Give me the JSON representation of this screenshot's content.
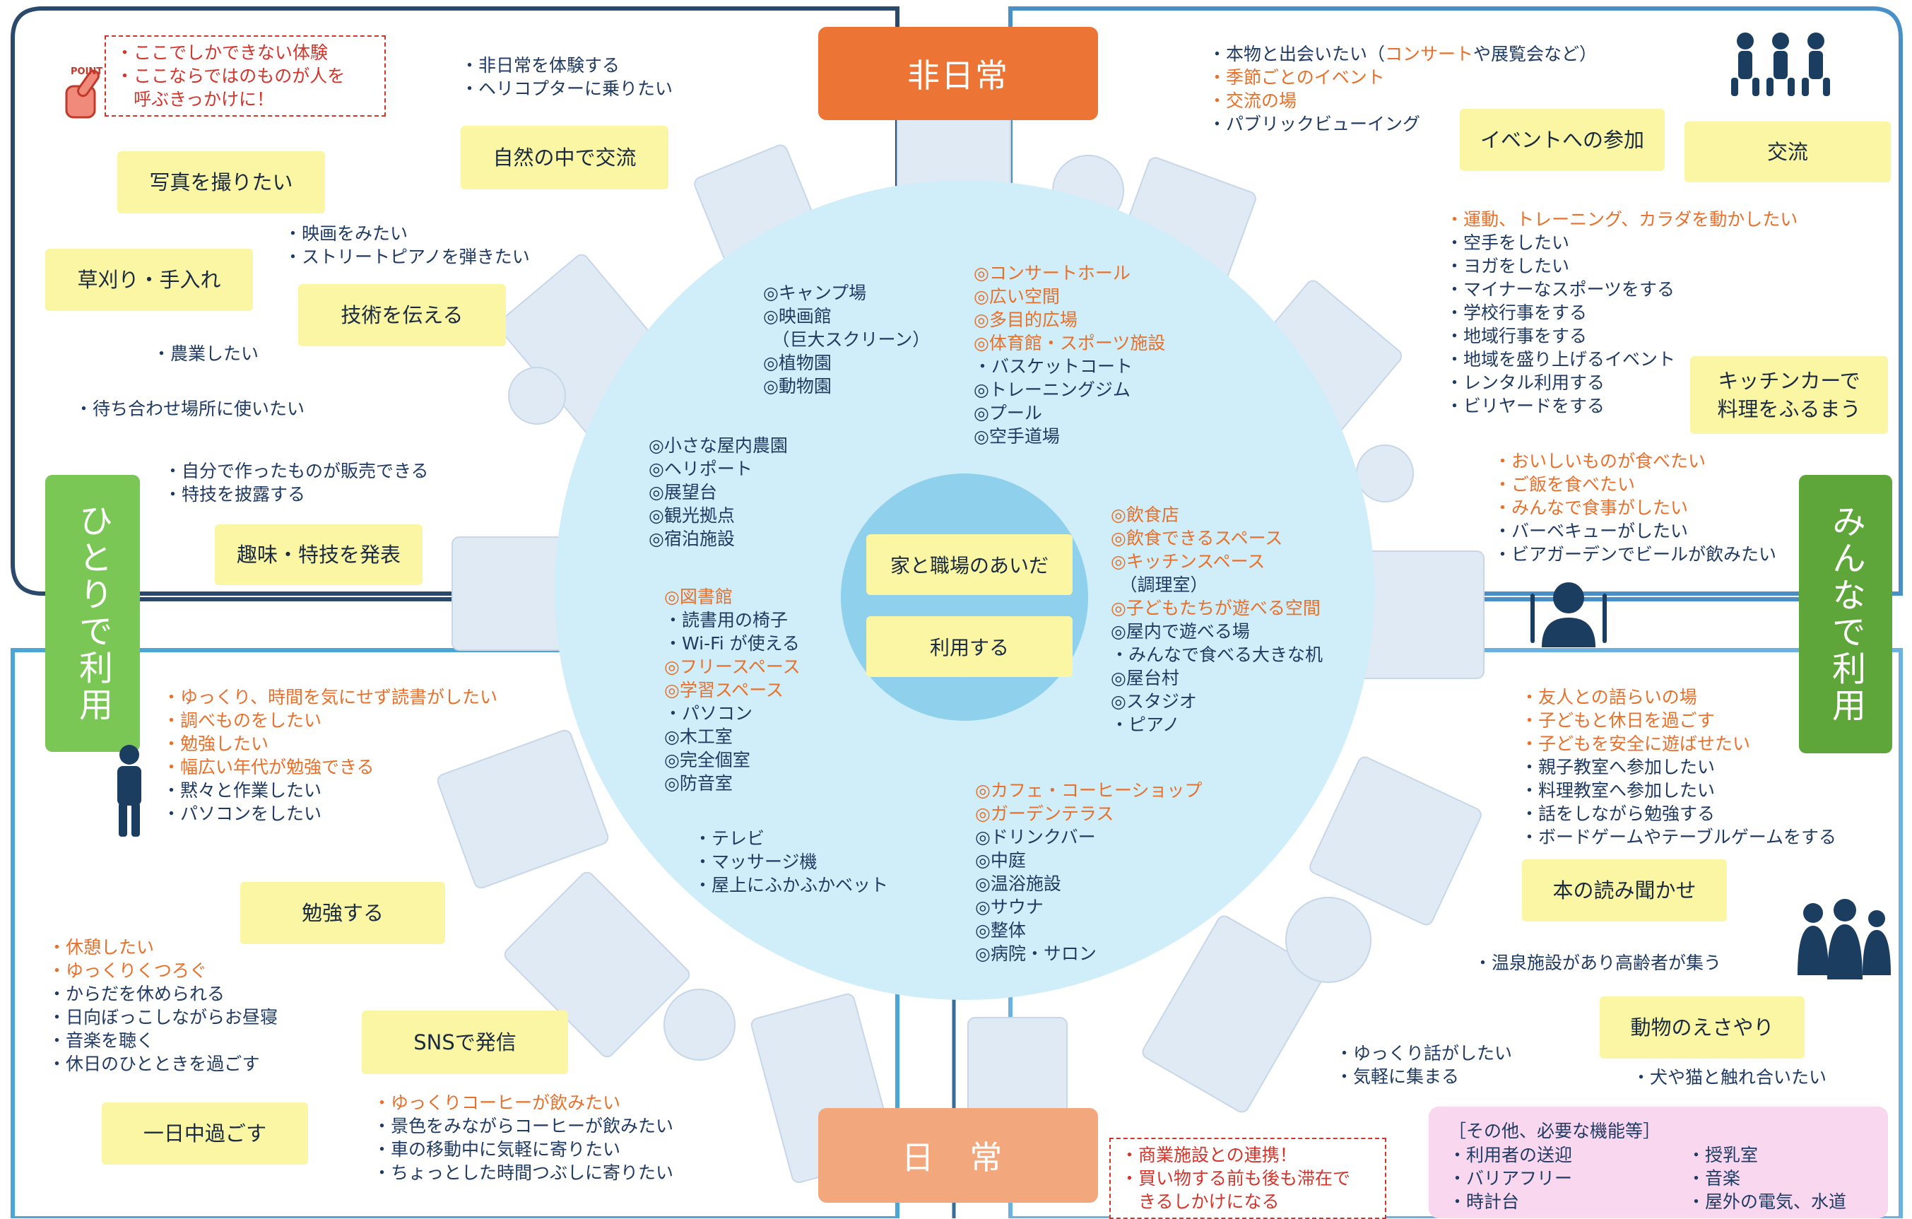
{
  "labels": {
    "top": "非日常",
    "bottom": "日 常",
    "left": "ひとりで利用",
    "right": "みんなで利用"
  },
  "center": {
    "line1": "家と職場のあいだ",
    "line2": "利用する"
  },
  "point_note": {
    "badge": "POINT",
    "lines": [
      "・ここでしかできない体験",
      "・ここならではのものが人を",
      "　呼ぶきっかけに！"
    ]
  },
  "bottom_note": {
    "lines": [
      "・商業施設との連携！",
      "・買い物する前も後も滞在で",
      "　きるしかけになる"
    ]
  },
  "yellow_boxes": {
    "photo": "写真を撮りたい",
    "nature": "自然の中で交流",
    "weeding": "草刈り・手入れ",
    "skill_teach": "技術を伝える",
    "hobby": "趣味・特技を発表",
    "study": "勉強する",
    "sns": "SNSで発信",
    "whole_day": "一日中過ごす",
    "event": "イベントへの参加",
    "exchange": "交流",
    "kitchen_car": "キッチンカーで\n料理をふるまう",
    "storytelling": "本の読み聞かせ",
    "animal_feed": "動物のえさやり"
  },
  "texts": {
    "nonordinary": [
      "・非日常を体験する",
      "・ヘリコプターに乗りたい"
    ],
    "movie_piano": [
      "・映画をみたい",
      "・ストリートピアノを弾きたい"
    ],
    "farming": [
      "・農業したい"
    ],
    "meeting": [
      "・待ち合わせ場所に使いたい"
    ],
    "selling": [
      "・自分で作ったものが販売できる",
      "・特技を披露する"
    ],
    "reading": [
      {
        "t": "・ゆっくり、時間を気にせず読書がしたい",
        "hl": true
      },
      {
        "t": "・調べものをしたい",
        "hl": true
      },
      {
        "t": "・勉強したい",
        "hl": true
      },
      {
        "t": "・幅広い年代が勉強できる",
        "hl": true
      },
      {
        "t": "・黙々と作業したい",
        "hl": false
      },
      {
        "t": "・パソコンをしたい",
        "hl": false
      }
    ],
    "rest": [
      {
        "t": "・休憩したい",
        "hl": true
      },
      {
        "t": "・ゆっくりくつろぐ",
        "hl": true
      },
      {
        "t": "・からだを休められる",
        "hl": false
      },
      {
        "t": "・日向ぼっこしながらお昼寝",
        "hl": false
      },
      {
        "t": "・音楽を聴く",
        "hl": false
      },
      {
        "t": "・休日のひとときを過ごす",
        "hl": false
      }
    ],
    "coffee": [
      {
        "t": "・ゆっくりコーヒーが飲みたい",
        "hl": true
      },
      {
        "t": "・景色をみながらコーヒーが飲みたい",
        "hl": false
      },
      {
        "t": "・車の移動中に気軽に寄りたい",
        "hl": false
      },
      {
        "t": "・ちょっとした時間つぶしに寄りたい",
        "hl": false
      }
    ],
    "real_things": [
      {
        "t": "・本物と出会いたい（",
        "hl": false,
        "parts": [
          {
            "t": "・本物と出会いたい（",
            "hl": false
          },
          {
            "t": "コンサート",
            "hl": true
          },
          {
            "t": "や展覧会など）",
            "hl": false
          }
        ]
      },
      {
        "t": "・季節ごとのイベント",
        "hl": true
      },
      {
        "t": "・交流の場",
        "hl": true
      },
      {
        "t": "・パブリックビューイング",
        "hl": false
      }
    ],
    "sports": [
      {
        "t": "・運動、トレーニング、カラダを動かしたい",
        "hl": true
      },
      {
        "t": "・空手をしたい",
        "hl": false
      },
      {
        "t": "・ヨガをしたい",
        "hl": false
      },
      {
        "t": "・マイナーなスポーツをする",
        "hl": false
      },
      {
        "t": "・学校行事をする",
        "hl": false
      },
      {
        "t": "・地域行事をする",
        "hl": false
      },
      {
        "t": "・地域を盛り上げるイベント",
        "hl": false
      },
      {
        "t": "・レンタル利用する",
        "hl": false
      },
      {
        "t": "・ビリヤードをする",
        "hl": false
      }
    ],
    "food": [
      {
        "t": "・おいしいものが食べたい",
        "hl": true
      },
      {
        "t": "・ご飯を食べたい",
        "hl": true
      },
      {
        "t": "・みんなで食事がしたい",
        "hl": true
      },
      {
        "t": "・バーベキューがしたい",
        "hl": false
      },
      {
        "t": "・ビアガーデンでビールが飲みたい",
        "hl": false
      }
    ],
    "friends": [
      {
        "t": "・友人との語らいの場",
        "hl": true
      },
      {
        "t": "・子どもと休日を過ごす",
        "hl": true
      },
      {
        "t": "・子どもを安全に遊ばせたい",
        "hl": true
      },
      {
        "t": "・親子教室へ参加したい",
        "hl": false
      },
      {
        "t": "・料理教室へ参加したい",
        "hl": false
      },
      {
        "t": "・話をしながら勉強する",
        "hl": false
      },
      {
        "t": "・ボードゲームやテーブルゲームをする",
        "hl": false
      }
    ],
    "onsen": [
      "・温泉施設があり高齢者が集う"
    ],
    "talk": [
      "・ゆっくり話がしたい",
      "・気軽に集まる"
    ],
    "pets": [
      "・犬や猫と触れ合いたい"
    ]
  },
  "circle": {
    "camp": [
      {
        "t": "◎キャンプ場",
        "hl": false
      },
      {
        "t": "◎映画館",
        "hl": false
      },
      {
        "t": "　（巨大スクリーン）",
        "hl": false
      },
      {
        "t": "◎植物園",
        "hl": false
      },
      {
        "t": "◎動物園",
        "hl": false
      }
    ],
    "concert": [
      {
        "t": "◎コンサートホール",
        "hl": true
      },
      {
        "t": "◎広い空間",
        "hl": true
      },
      {
        "t": "◎多目的広場",
        "hl": true
      },
      {
        "t": "◎体育館・スポーツ施設",
        "hl": true
      },
      {
        "t": "・バスケットコート",
        "hl": false
      },
      {
        "t": "◎トレーニングジム",
        "hl": false
      },
      {
        "t": "◎プール",
        "hl": false
      },
      {
        "t": "◎空手道場",
        "hl": false
      }
    ],
    "farm": [
      {
        "t": "◎小さな屋内農園",
        "hl": false
      },
      {
        "t": "◎ヘリポート",
        "hl": false
      },
      {
        "t": "◎展望台",
        "hl": false
      },
      {
        "t": "◎観光拠点",
        "hl": false
      },
      {
        "t": "◎宿泊施設",
        "hl": false
      }
    ],
    "restaurant": [
      {
        "t": "◎飲食店",
        "hl": true
      },
      {
        "t": "◎飲食できるスペース",
        "hl": true
      },
      {
        "t": "◎キッチンスペース",
        "hl": true
      },
      {
        "t": "　（調理室）",
        "hl": false
      },
      {
        "t": "◎子どもたちが遊べる空間",
        "hl": true
      },
      {
        "t": "◎屋内で遊べる場",
        "hl": false
      },
      {
        "t": "・みんなで食べる大きな机",
        "hl": false
      },
      {
        "t": "◎屋台村",
        "hl": false
      },
      {
        "t": "◎スタジオ",
        "hl": false
      },
      {
        "t": "・ピアノ",
        "hl": false
      }
    ],
    "library": [
      {
        "t": "◎図書館",
        "hl": true
      },
      {
        "t": "・読書用の椅子",
        "hl": false
      },
      {
        "t": "・Wi-Fi が使える",
        "hl": false
      },
      {
        "t": "◎フリースペース",
        "hl": true
      },
      {
        "t": "◎学習スペース",
        "hl": true
      },
      {
        "t": "・パソコン",
        "hl": false
      },
      {
        "t": "◎木工室",
        "hl": false
      },
      {
        "t": "◎完全個室",
        "hl": false
      },
      {
        "t": "◎防音室",
        "hl": false
      }
    ],
    "tv": [
      {
        "t": "・テレビ",
        "hl": false
      },
      {
        "t": "・マッサージ機",
        "hl": false
      },
      {
        "t": "・屋上にふかふかベット",
        "hl": false
      }
    ],
    "cafe": [
      {
        "t": "◎カフェ・コーヒーショップ",
        "hl": true
      },
      {
        "t": "◎ガーデンテラス",
        "hl": true
      },
      {
        "t": "◎ドリンクバー",
        "hl": false
      },
      {
        "t": "◎中庭",
        "hl": false
      },
      {
        "t": "◎温浴施設",
        "hl": false
      },
      {
        "t": "◎サウナ",
        "hl": false
      },
      {
        "t": "◎整体",
        "hl": false
      },
      {
        "t": "◎病院・サロン",
        "hl": false
      }
    ]
  },
  "other_box": {
    "title": "［その他、必要な機能等］",
    "col1": [
      "・利用者の送迎",
      "・バリアフリー",
      "・時計台"
    ],
    "col2": [
      "・授乳室",
      "・音楽",
      "・屋外の電気、水道"
    ]
  },
  "colors": {
    "accent_orange": "#e8702a",
    "text_navy": "#1f3a63",
    "circle": "#cfeef9",
    "yellow": "#fbf6a3"
  }
}
